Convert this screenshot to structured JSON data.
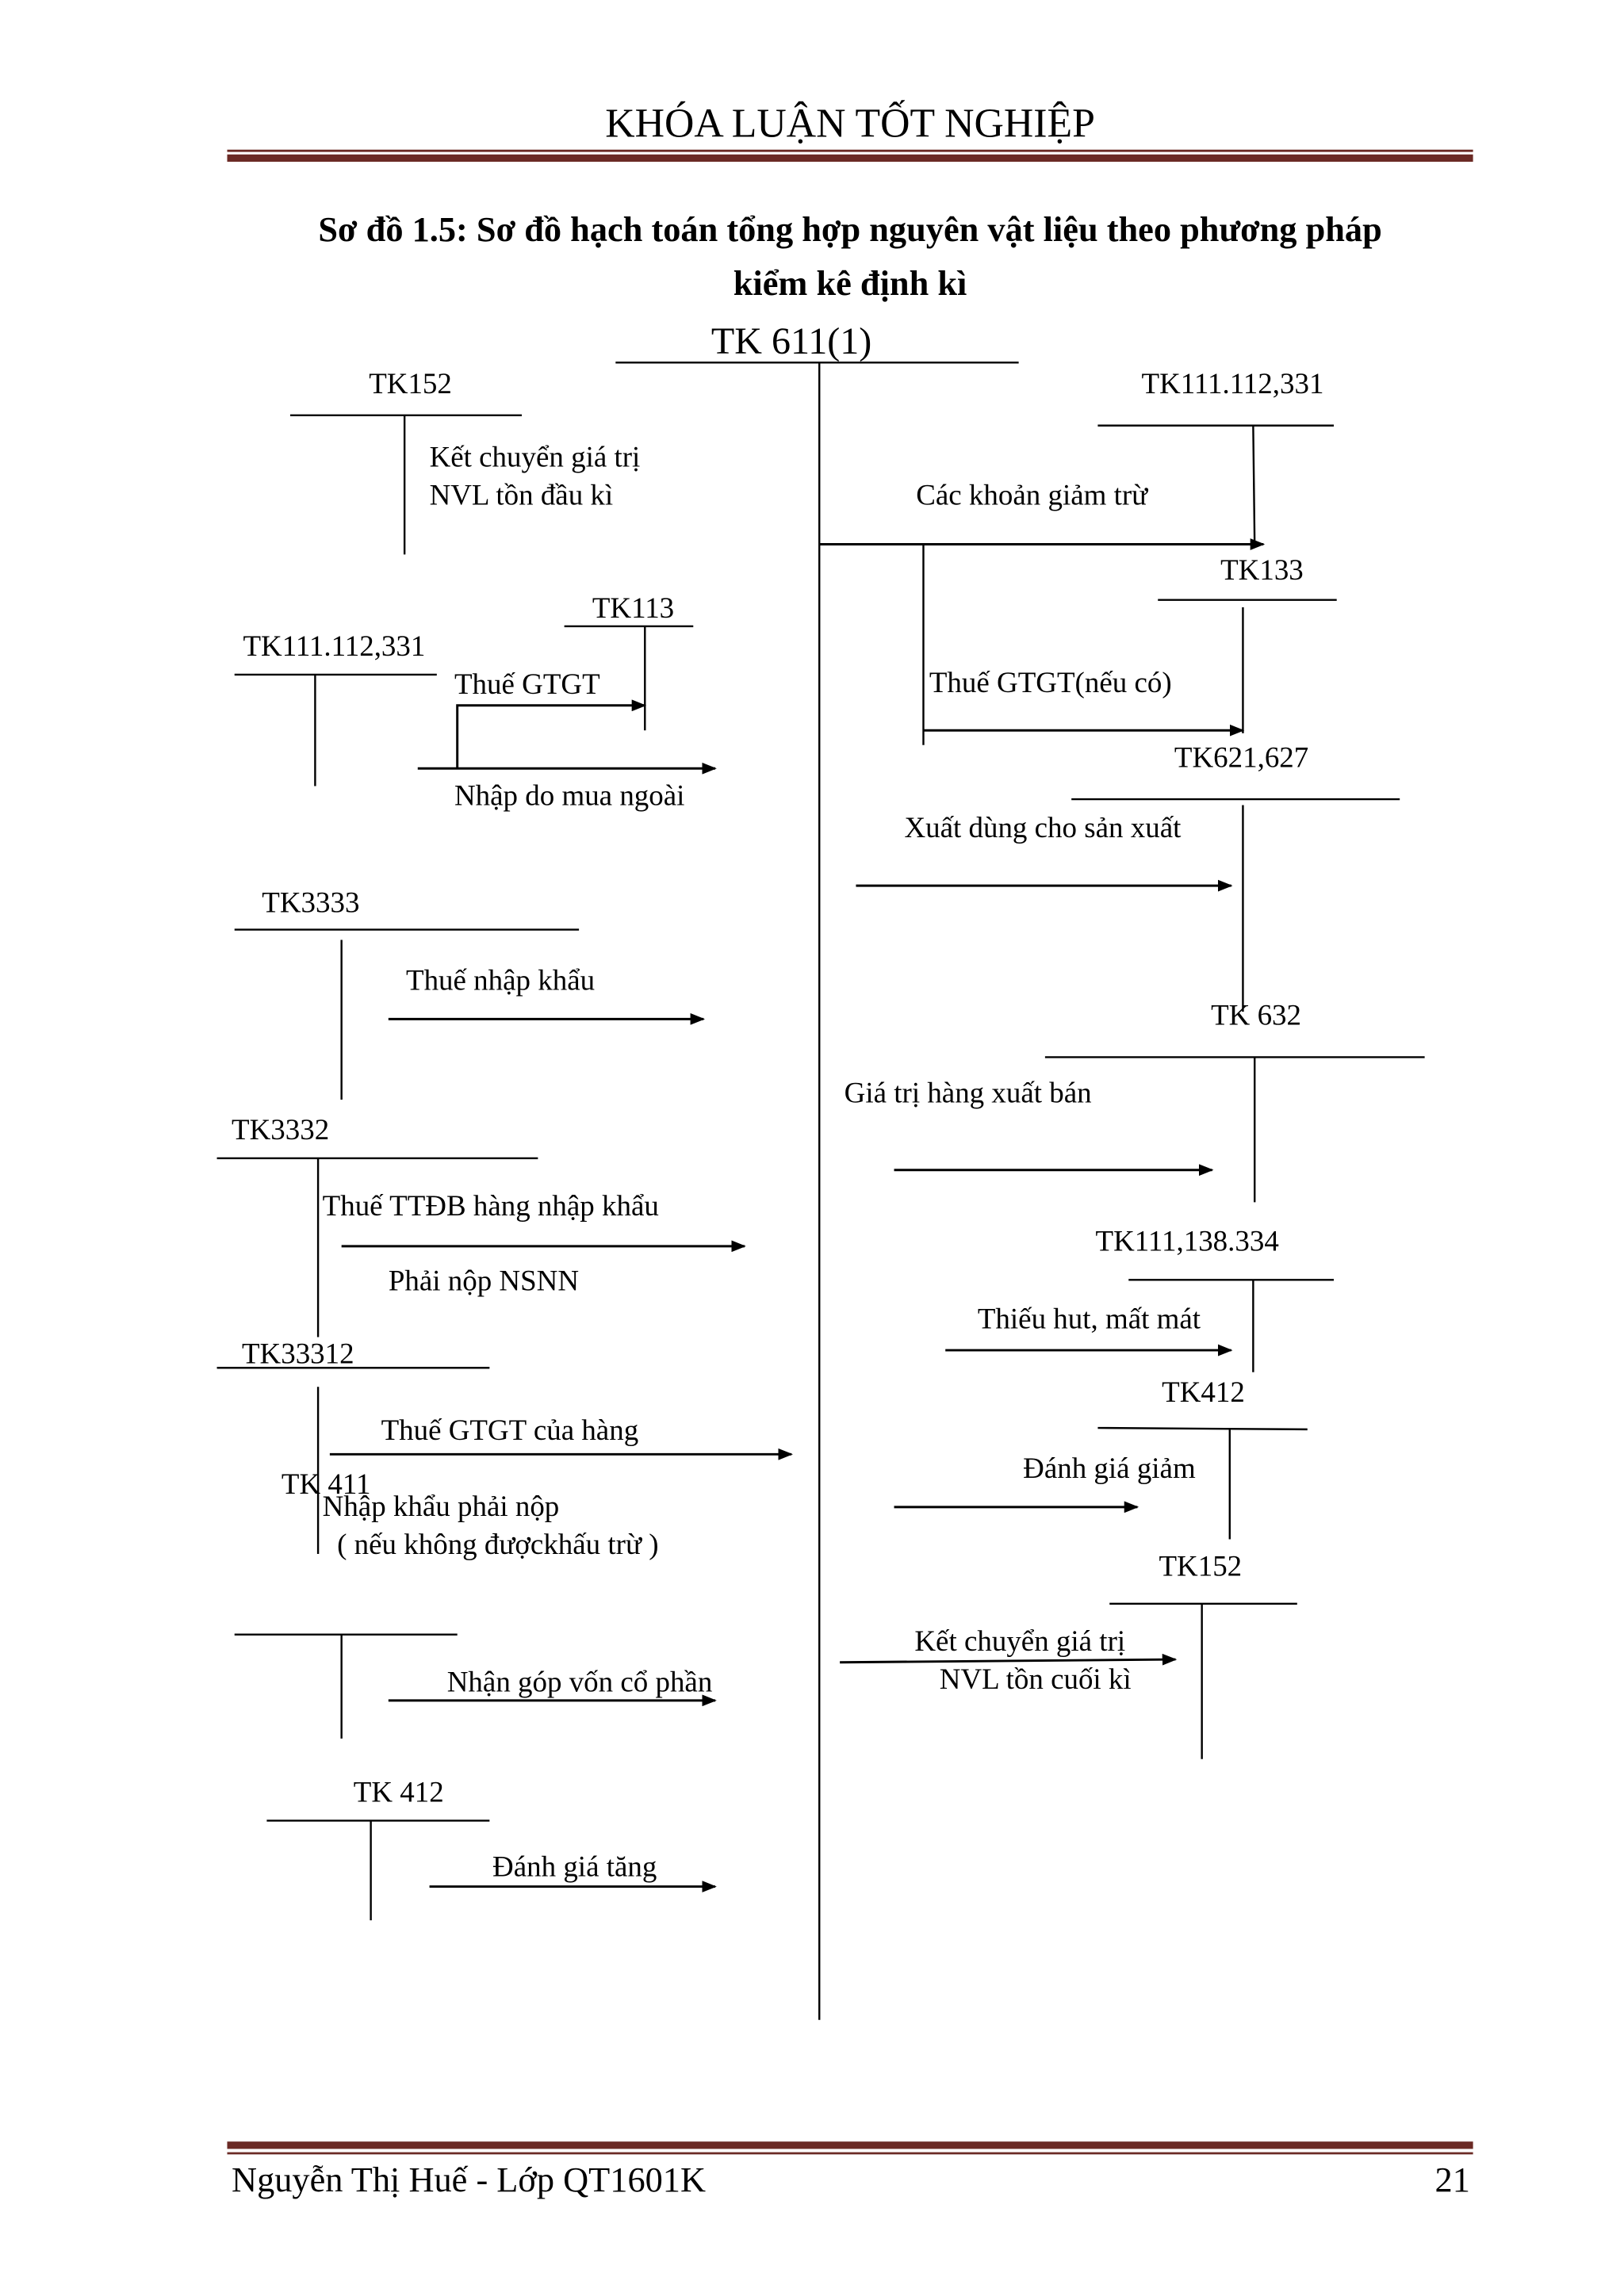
{
  "header": {
    "title": "KHÓA LUẬN TỐT NGHIỆP",
    "rule_color": "#6b2a25"
  },
  "diagram": {
    "title_line1": "Sơ đồ 1.5: Sơ đồ hạch toán tổng hợp nguyên vật liệu theo phương pháp",
    "title_line2": "kiểm kê định kì",
    "central_account": "TK 611(1)",
    "left": {
      "tk152": {
        "account": "TK152",
        "label1": "Kết chuyển giá trị",
        "label2": "NVL tồn đầu kì"
      },
      "tk113": {
        "account": "TK113"
      },
      "tk111": {
        "account": "TK111.112,331",
        "label_tax": "Thuế GTGT",
        "label": "Nhập do mua ngoài"
      },
      "tk3333": {
        "account": "TK3333",
        "label": "Thuế nhập khẩu"
      },
      "tk3332": {
        "account": "TK3332",
        "label1": "Thuế TTĐB hàng nhập khẩu",
        "label2": "Phải nộp NSNN"
      },
      "tk33312": {
        "account": "TK33312",
        "label1": "Thuế GTGT của hàng",
        "label2": "Nhập khẩu phải nộp",
        "label3": "( nếu không đượckhấu trừ )"
      },
      "tk411": {
        "account": "TK 411",
        "label": "Nhận góp vốn cổ phần"
      },
      "tk412": {
        "account": "TK 412",
        "label": "Đánh giá tăng"
      }
    },
    "right": {
      "tk111": {
        "account": "TK111.112,331",
        "label": "Các khoản giảm trừ"
      },
      "tk133": {
        "account": "TK133",
        "label": "Thuế GTGT(nếu có)"
      },
      "tk621": {
        "account": "TK621,627",
        "label": "Xuất dùng cho sản xuất"
      },
      "tk632": {
        "account": "TK 632",
        "label": "Giá trị hàng xuất bán"
      },
      "tk111b": {
        "account": "TK111,138.334",
        "label": "Thiếu hut, mất mát"
      },
      "tk412": {
        "account": "TK412",
        "label": "Đánh giá giảm"
      },
      "tk152": {
        "account": "TK152",
        "label1": "Kết chuyển giá trị",
        "label2": "NVL tồn cuối kì"
      }
    }
  },
  "footer": {
    "author": "Nguyễn Thị Huế - Lớp QT1601K",
    "page_number": "21"
  }
}
